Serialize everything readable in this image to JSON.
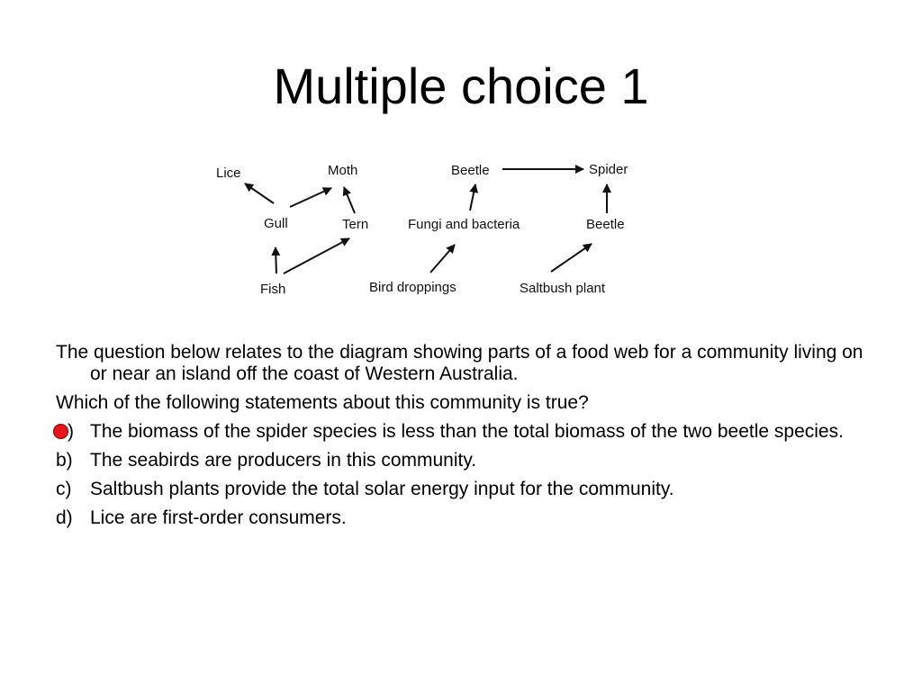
{
  "slide": {
    "title": "Multiple choice 1"
  },
  "diagram": {
    "nodes": {
      "lice": "Lice",
      "moth": "Moth",
      "gull": "Gull",
      "tern": "Tern",
      "fish": "Fish",
      "beetle_top": "Beetle",
      "fungi_bacteria": "Fungi and bacteria",
      "bird_droppings": "Bird droppings",
      "spider": "Spider",
      "beetle_bottom": "Beetle",
      "saltbush_plant": "Saltbush plant"
    }
  },
  "question": {
    "intro": "The question below relates to the diagram showing parts of a food web for a community living on or near an island off the coast of Western Australia.",
    "prompt": "Which of the following statements about this community is true?",
    "options": [
      {
        "letter": ")",
        "text": "The biomass of the spider species is less than the total biomass of the two beetle species.",
        "marked": true
      },
      {
        "letter": "b)",
        "text": "The seabirds are producers in this community."
      },
      {
        "letter": "c)",
        "text": "Saltbush plants provide the total solar energy input for the community."
      },
      {
        "letter": "d)",
        "text": "Lice are first-order consumers."
      }
    ],
    "marker_color": "#e8151b"
  }
}
